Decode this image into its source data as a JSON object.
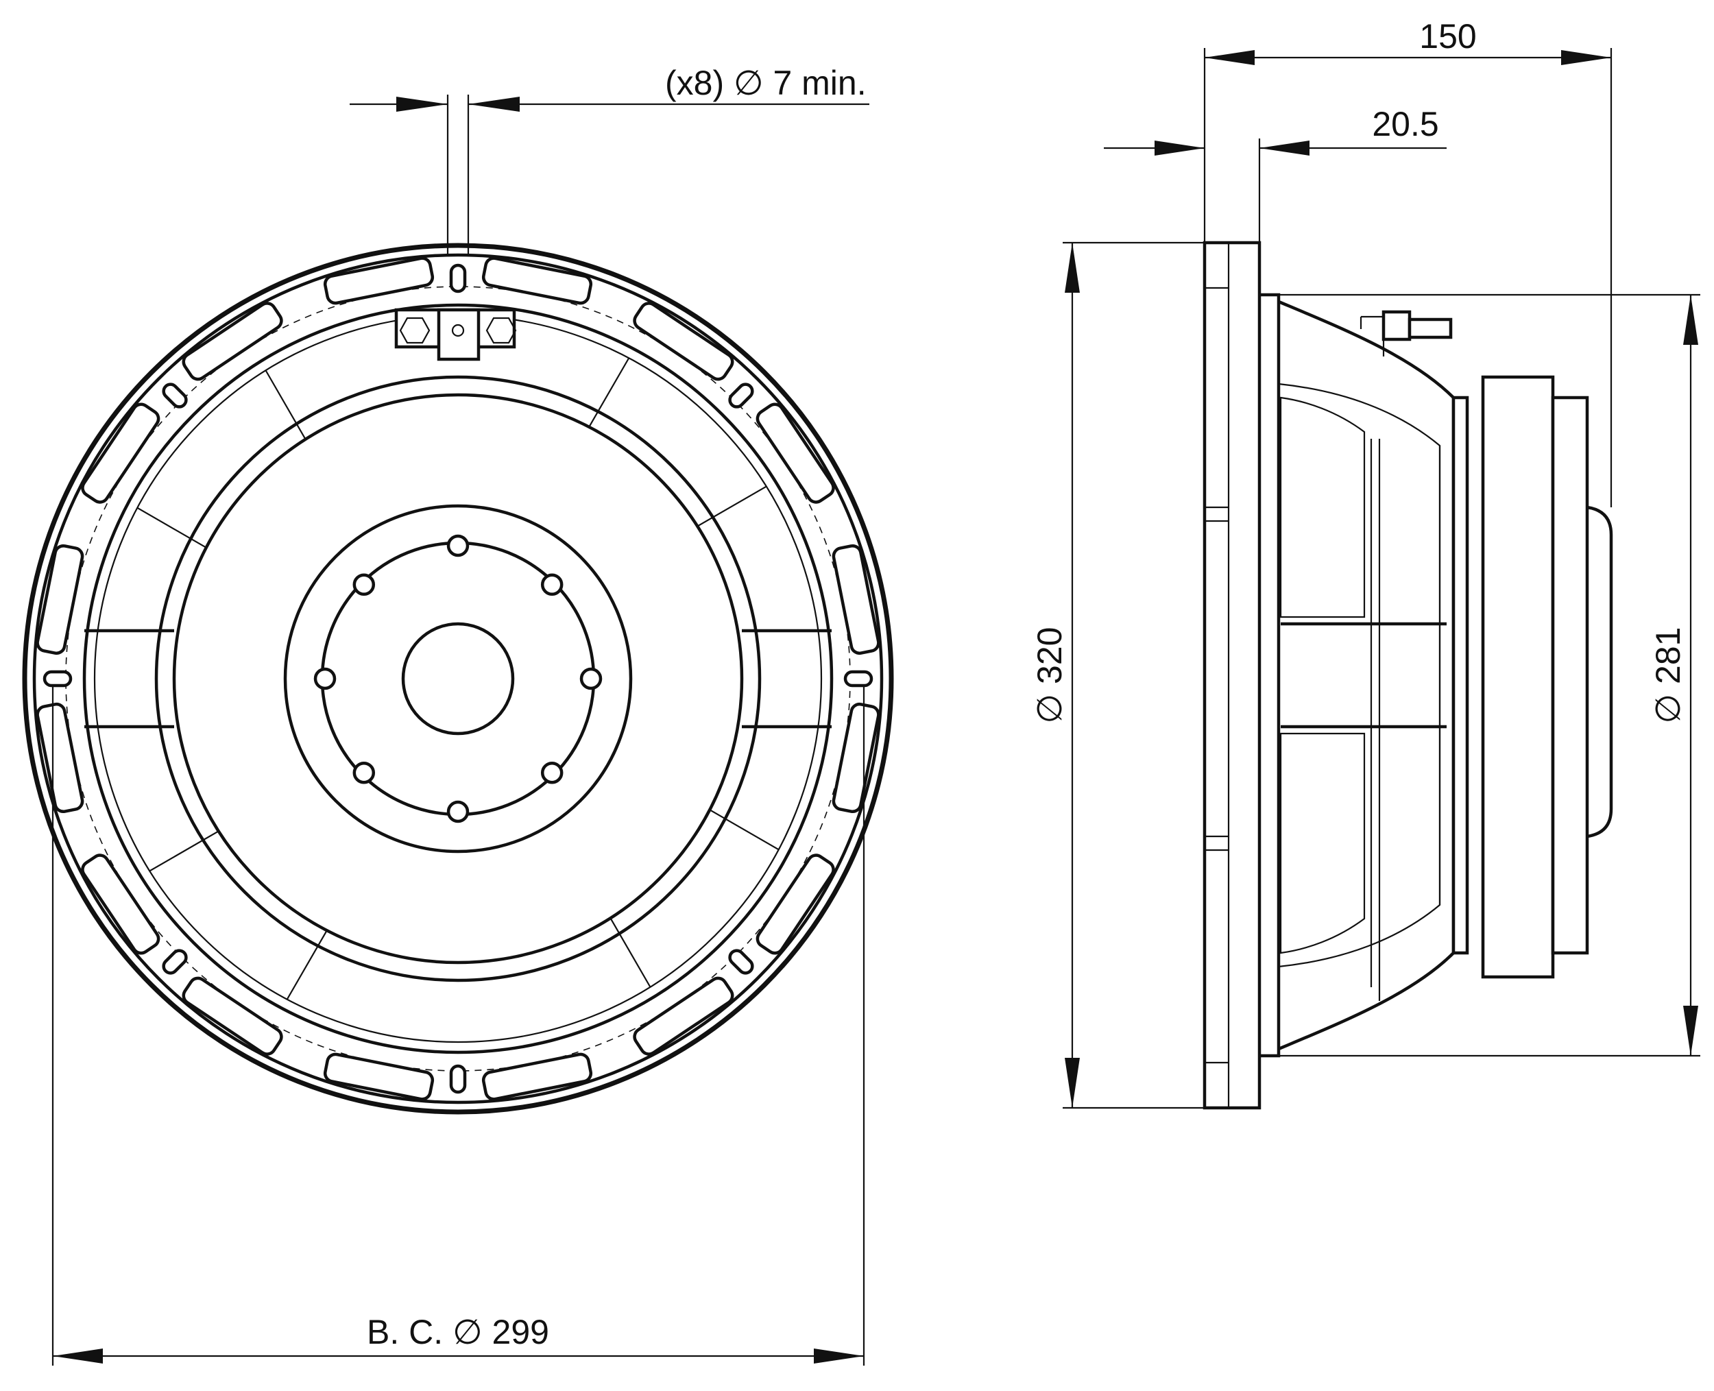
{
  "dimensions": {
    "holes": "(x8)  ∅ 7 min.",
    "depth": "150",
    "flange": "20.5",
    "outer_diameter": "∅ 320",
    "baffle_diameter": "∅ 281",
    "bolt_circle": "B. C.  ∅ 299"
  },
  "views": {
    "front": "front-view",
    "side": "side-view"
  },
  "colors": {
    "ink": "#111111",
    "paper": "#ffffff"
  }
}
